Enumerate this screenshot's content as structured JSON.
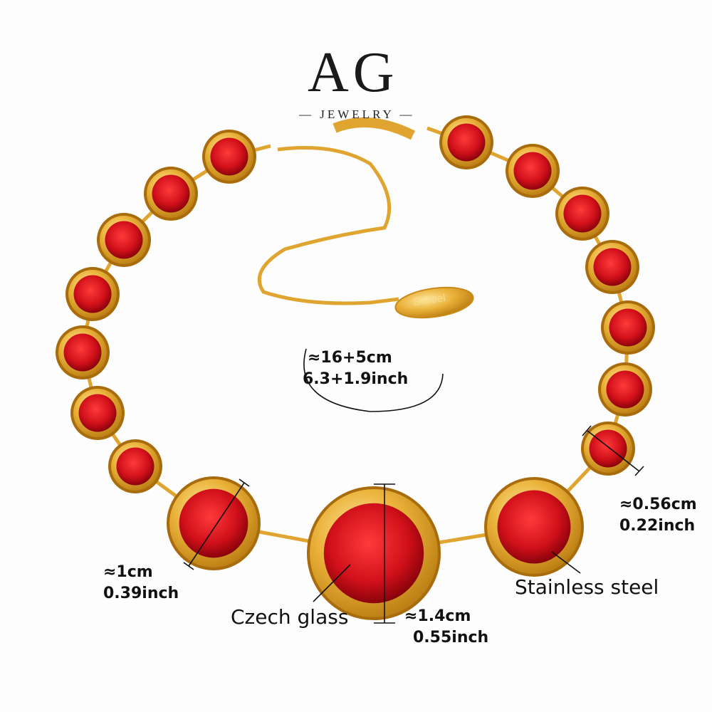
{
  "brand": {
    "logo": "AG",
    "subtitle": "— JEWELRY —"
  },
  "tag_text": "S.steel",
  "length": {
    "cm": "≈16+5cm",
    "inch": "6.3+1.9inch"
  },
  "small_stone": {
    "cm": "≈0.56cm",
    "inch": "0.22inch"
  },
  "side_stone": {
    "cm": "≈1cm",
    "inch": "0.39inch"
  },
  "center_stone": {
    "cm": "≈1.4cm",
    "inch": "0.55inch"
  },
  "labels": {
    "material_chain": "Stainless steel",
    "material_stone": "Czech glass"
  },
  "colors": {
    "gold": "#e6a82a",
    "stone": "#c8101a"
  }
}
